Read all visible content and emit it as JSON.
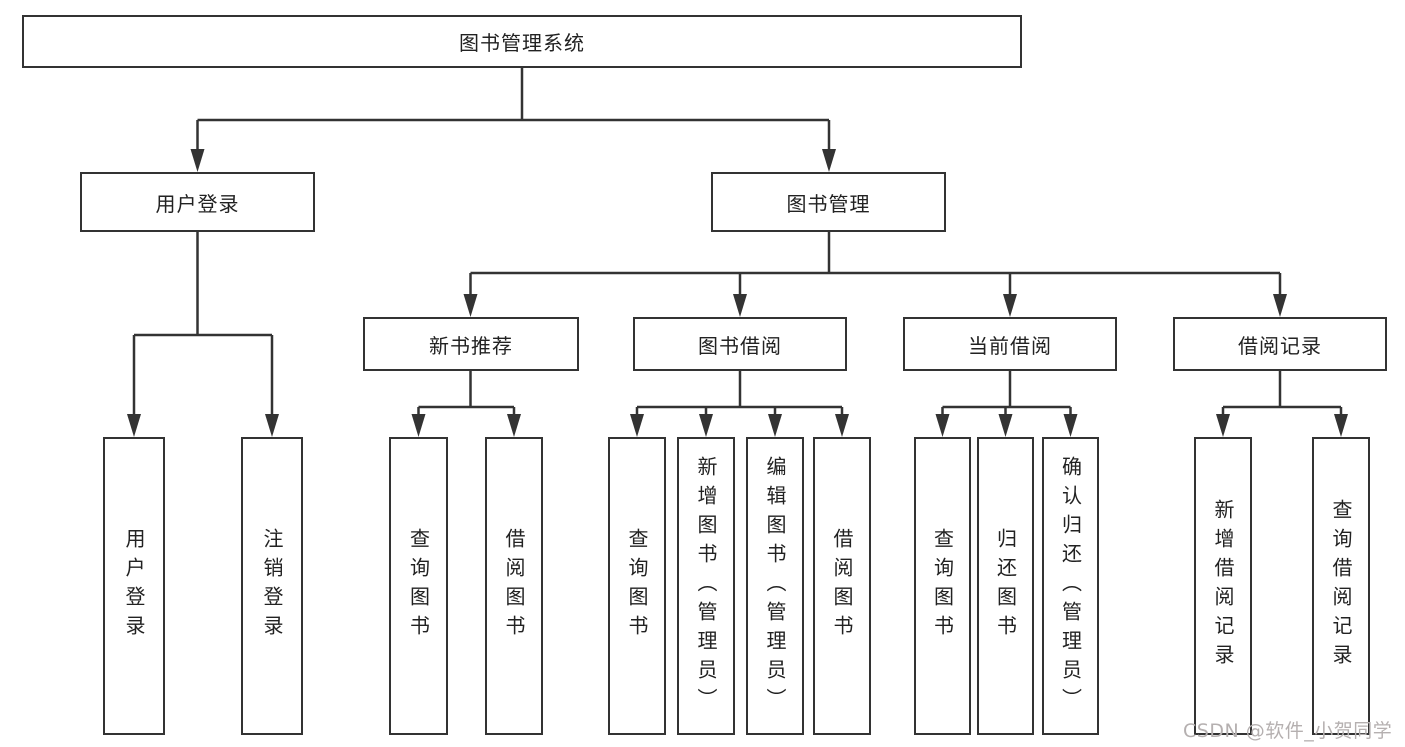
{
  "colors": {
    "line": "#333333",
    "box_border": "#333333",
    "text": "#222222",
    "background": "#ffffff",
    "watermark": "#b5b0b0"
  },
  "nodes": {
    "root": {
      "label": "图书管理系统"
    },
    "user_login": {
      "label": "用户登录"
    },
    "book_management": {
      "label": "图书管理"
    },
    "new_book_recommend": {
      "label": "新书推荐"
    },
    "book_borrowing": {
      "label": "图书借阅"
    },
    "current_borrowing": {
      "label": "当前借阅"
    },
    "borrowing_records": {
      "label": "借阅记录"
    },
    "leaf_user_login": {
      "label": "用户登录"
    },
    "leaf_logout": {
      "label": "注销登录"
    },
    "leaf_recommend_query_books": {
      "label": "查询图书"
    },
    "leaf_recommend_borrow_books": {
      "label": "借阅图书"
    },
    "leaf_borrow_query_books": {
      "label": "查询图书"
    },
    "leaf_borrow_add_books": {
      "label": "新增图书（管理员）"
    },
    "leaf_borrow_edit_books": {
      "label": "编辑图书（管理员）"
    },
    "leaf_borrow_borrow_books": {
      "label": "借阅图书"
    },
    "leaf_current_query_books": {
      "label": "查询图书"
    },
    "leaf_current_return_books": {
      "label": "归还图书"
    },
    "leaf_current_confirm_return": {
      "label": "确认归还（管理员）"
    },
    "leaf_records_add_record": {
      "label": "新增借阅记录"
    },
    "leaf_records_query_record": {
      "label": "查询借阅记录"
    }
  },
  "watermark": {
    "text": "CSDN @软件_小贺同学"
  }
}
